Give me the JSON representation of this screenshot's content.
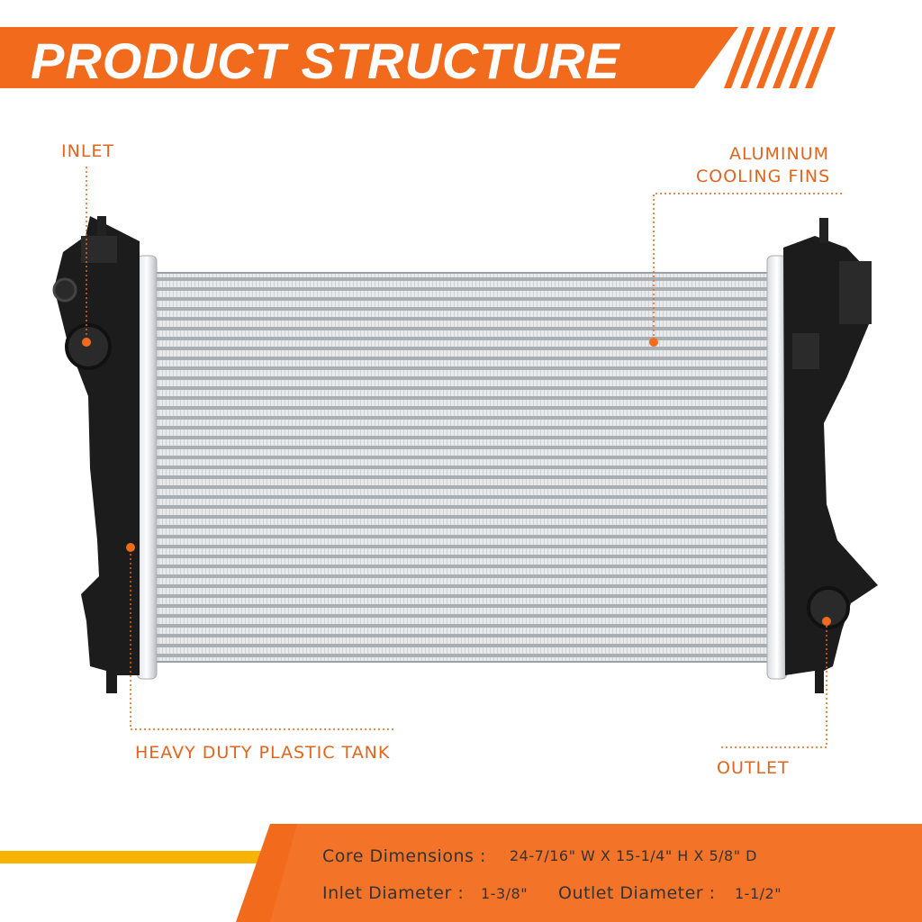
{
  "header": {
    "title": "PRODUCT STRUCTURE"
  },
  "callouts": {
    "inlet": "INLET",
    "fins_line1": "ALUMINUM",
    "fins_line2": "COOLING FINS",
    "tank": "HEAVY DUTY PLASTIC TANK",
    "outlet": "OUTLET"
  },
  "specs": {
    "core_label": "Core Dimensions :",
    "core_value": "24-7/16\" W X 15-1/4\" H X 5/8\" D",
    "inlet_label": "Inlet Diameter :",
    "inlet_value": "1-3/8\"",
    "outlet_label": "Outlet Diameter :",
    "outlet_value": "1-1/2\""
  },
  "colors": {
    "accent": "#f26b1d",
    "yellow": "#f6b400",
    "tank": "#1c1c1c",
    "core": "#c8ccd0"
  }
}
